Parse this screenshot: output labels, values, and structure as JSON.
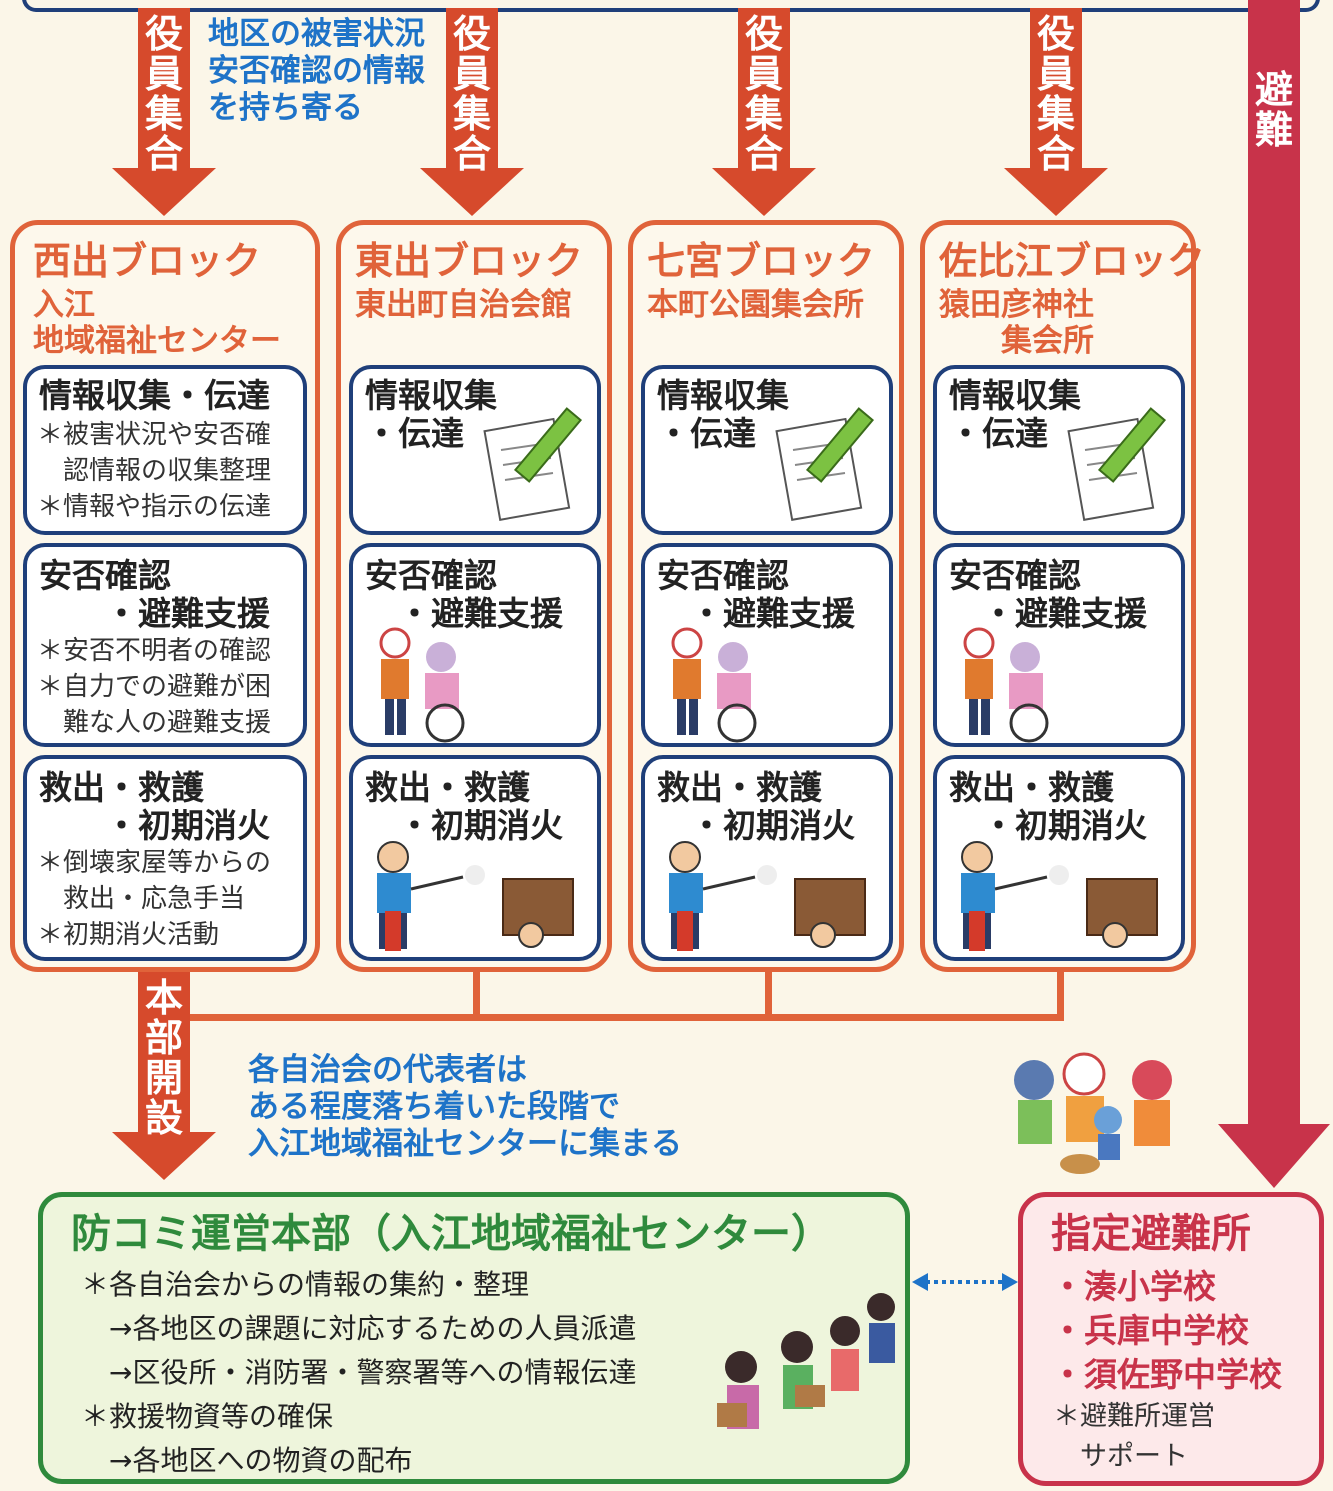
{
  "arrows": {
    "gather_label": "役員集合",
    "evac_label": "避難",
    "hq_label": "本部開設"
  },
  "notes": {
    "top": [
      "地区の被害状況",
      "安否確認の情報",
      "を持ち寄る"
    ],
    "middle": [
      "各自治会の代表者は",
      "ある程度落ち着いた段階で",
      "入江地域福祉センターに集まる"
    ]
  },
  "blocks": [
    {
      "title": "西出ブロック",
      "place": [
        "入江",
        "地域福祉センター"
      ],
      "cards": [
        {
          "title": [
            "情報収集・伝達"
          ],
          "notes": [
            "＊被害状況や安否確",
            "　認情報の収集整理",
            "＊情報や指示の伝達"
          ]
        },
        {
          "title": [
            "安否確認",
            "　　・避難支援"
          ],
          "notes": [
            "＊安否不明者の確認",
            "＊自力での避難が困",
            "　難な人の避難支援"
          ]
        },
        {
          "title": [
            "救出・救護",
            "　　・初期消火"
          ],
          "notes": [
            "＊倒壊家屋等からの",
            "　救出・応急手当",
            "＊初期消火活動"
          ]
        }
      ]
    },
    {
      "title": "東出ブロック",
      "place": [
        "東出町自治会館"
      ],
      "cards": [
        {
          "title": [
            "情報収集",
            "・伝達"
          ]
        },
        {
          "title": [
            "安否確認",
            "　・避難支援"
          ]
        },
        {
          "title": [
            "救出・救護",
            "　・初期消火"
          ]
        }
      ]
    },
    {
      "title": "七宮ブロック",
      "place": [
        "本町公園集会所"
      ],
      "cards": [
        {
          "title": [
            "情報収集",
            "・伝達"
          ]
        },
        {
          "title": [
            "安否確認",
            "　・避難支援"
          ]
        },
        {
          "title": [
            "救出・救護",
            "　・初期消火"
          ]
        }
      ]
    },
    {
      "title": "佐比江ブロック",
      "place": [
        "猿田彦神社",
        "　　集会所"
      ],
      "cards": [
        {
          "title": [
            "情報収集",
            "・伝達"
          ]
        },
        {
          "title": [
            "安否確認",
            "　・避難支援"
          ]
        },
        {
          "title": [
            "救出・救護",
            "　・初期消火"
          ]
        }
      ]
    }
  ],
  "hq": {
    "title": "防コミ運営本部（入江地域福祉センター）",
    "lines": [
      "＊各自治会からの情報の集約・整理",
      "　→各地区の課題に対応するための人員派遣",
      "　→区役所・消防署・警察署等への情報伝達",
      "＊救援物資等の確保",
      "　→各地区への物資の配布"
    ]
  },
  "shelter": {
    "title": "指定避難所",
    "items": [
      "・湊小学校",
      "・兵庫中学校",
      "・須佐野中学校"
    ],
    "notes": [
      "＊避難所運営",
      "　サポート"
    ]
  },
  "icons": {
    "memo": "notepad-pencil-icon",
    "helper": "wheelchair-helper-icon",
    "rescue": "fire-extinguisher-rescue-icon",
    "evacuees": "evacuating-family-icon",
    "workers": "people-carrying-boxes-icon"
  }
}
